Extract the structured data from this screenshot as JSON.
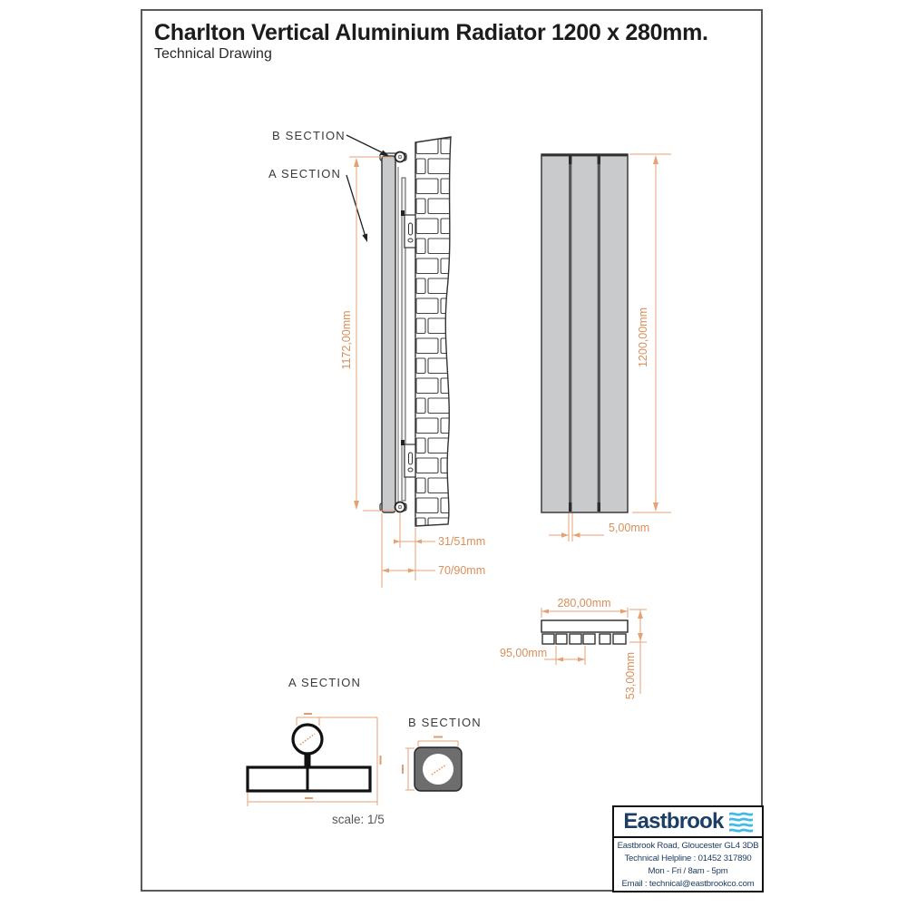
{
  "page": {
    "title": "Charlton Vertical Aluminium Radiator 1200 x 280mm.",
    "subtitle": "Technical Drawing",
    "scale_note": "scale: 1/5"
  },
  "side_view": {
    "b_section_label": "B SECTION",
    "a_section_label": "A SECTION",
    "height_dim": "1172,00mm",
    "bracket_depth_dim": "31/51mm",
    "wall_depth_dim": "70/90mm"
  },
  "front_view": {
    "height_dim": "1200,00mm",
    "panel_gap_dim": "5,00mm"
  },
  "top_view": {
    "width_dim": "280,00mm",
    "centres_dim": "95,00mm",
    "depth_dim": "53,00mm"
  },
  "sections": {
    "a_label": "A SECTION",
    "b_label": "B SECTION"
  },
  "footer": {
    "brand": "Eastbrook",
    "address": "Eastbrook Road, Gloucester GL4 3DB",
    "helpline": "Technical Helpline : 01452 317890",
    "hours": "Mon - Fri / 8am - 5pm",
    "email": "Email : technical@eastbrookco.com"
  },
  "colors": {
    "dimension_line": "#E4A273",
    "dimension_text": "#D98F5B",
    "radiator_gray": "#C9CACB",
    "section_fill_dark": "#6D6D6D",
    "brand_navy": "#1C3E66",
    "brand_wave_blue": "#3FB9E6"
  }
}
